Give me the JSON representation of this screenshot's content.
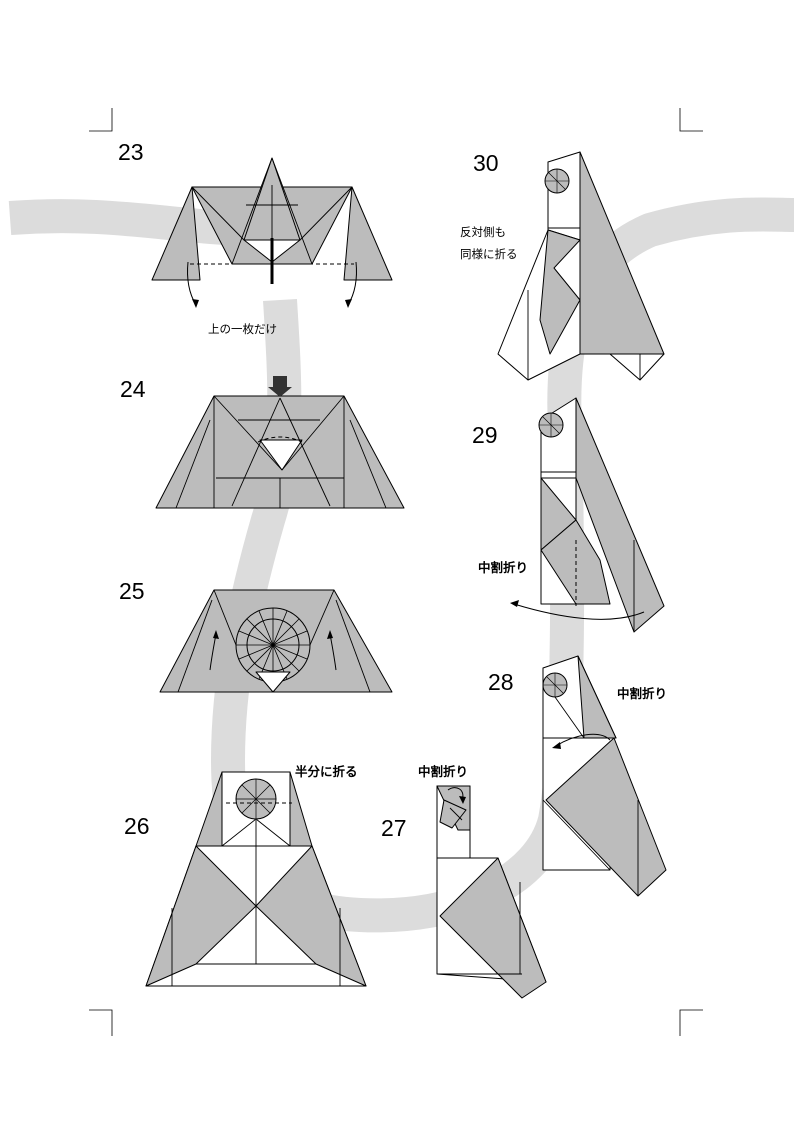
{
  "steps": [
    {
      "number": "23",
      "note": "上の一枚だけ"
    },
    {
      "number": "24",
      "note": ""
    },
    {
      "number": "25",
      "note": ""
    },
    {
      "number": "26",
      "note": "半分に折る"
    },
    {
      "number": "27",
      "note": "中割折り"
    },
    {
      "number": "28",
      "note": "中割折り"
    },
    {
      "number": "29",
      "note": "中割折り"
    },
    {
      "number": "30",
      "note_line1": "反対側も",
      "note_line2": "同様に折る"
    }
  ],
  "colors": {
    "paper_gray": "#bcbcbc",
    "path_band": "#dcdcdc"
  }
}
